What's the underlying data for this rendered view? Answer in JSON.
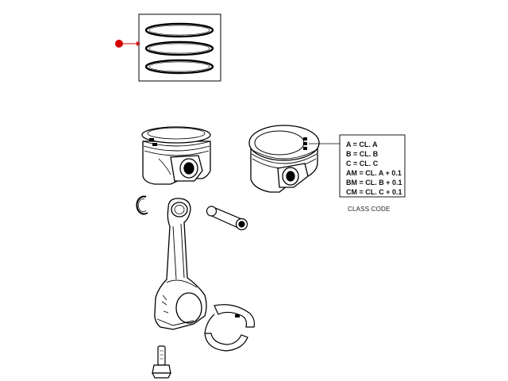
{
  "diagram": {
    "marker_color": "#d40000",
    "line_color": "#000000",
    "class_code": {
      "entries": [
        "A = CL. A",
        "B = CL. B",
        "C = CL. C",
        "AM = CL. A + 0.1",
        "BM = CL. B + 0.1",
        "CM = CL. C + 0.1"
      ],
      "caption": "CLASS CODE"
    }
  }
}
